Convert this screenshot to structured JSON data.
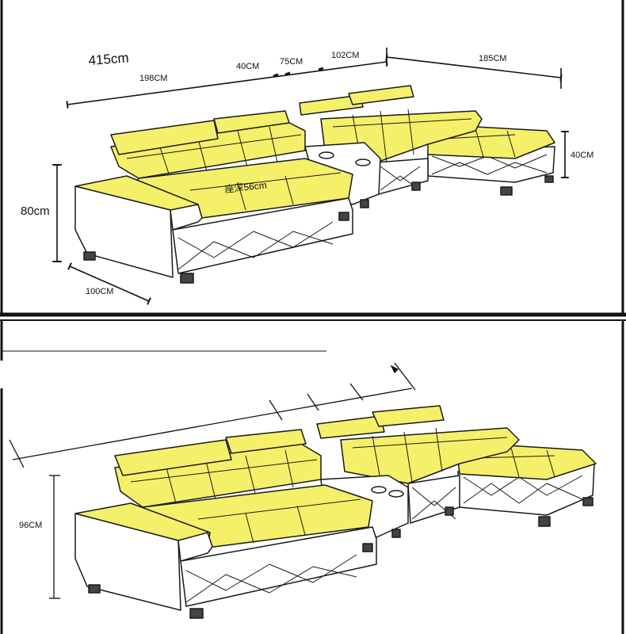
{
  "top_panel": {
    "total_width": "415cm",
    "seg_198": "198CM",
    "seg_40": "40CM",
    "seg_75": "75CM",
    "seg_102": "102CM",
    "seg_185": "185CM",
    "chaise_height": "40CM",
    "height": "80cm",
    "depth": "100CM",
    "seat_depth": "座深56cm"
  },
  "bottom_panel": {
    "height": "96CM"
  },
  "colors": {
    "cushion": "#f5f06a",
    "outline": "#1a1a1a",
    "frame": "#111111",
    "base": "#ffffff"
  }
}
